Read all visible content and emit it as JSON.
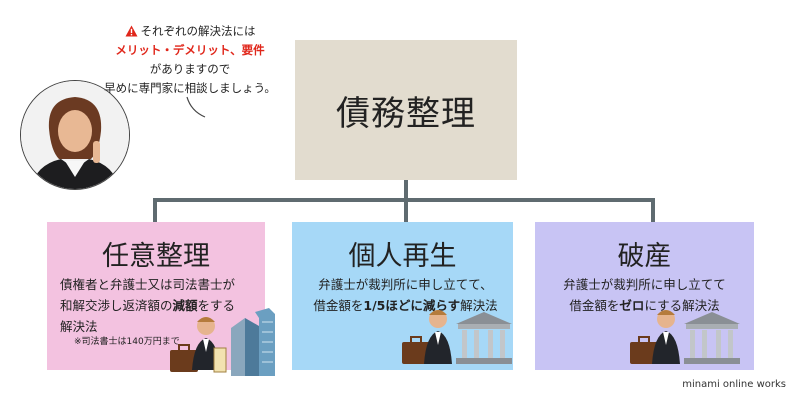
{
  "speech": {
    "line1": "それぞれの解決法には",
    "line2": "メリット・デメリット、要件",
    "line3": "がありますので",
    "line4": "早めに専門家に相談しましょう。"
  },
  "top": {
    "title": "債務整理"
  },
  "boxes": [
    {
      "title": "任意整理",
      "line1": "債権者と弁護士又は司法書士が",
      "line2_pre": "和解交渉し返済額の",
      "line2_bold": "減額",
      "line2_post": "をする",
      "line3": "解決法",
      "note": "※司法書士は140万円まで"
    },
    {
      "title": "個人再生",
      "line1": "弁護士が裁判所に申し立てて、",
      "line2_pre": "借金額を",
      "line2_bold": "1/5ほどに減らす",
      "line2_post": "解決法"
    },
    {
      "title": "破産",
      "line1": "弁護士が裁判所に申し立てて",
      "line2_pre": "借金額を",
      "line2_bold": "ゼロ",
      "line2_post": "にする解決法"
    }
  ],
  "credit": "minami online works",
  "colors": {
    "top_box": "#e2dccf",
    "box1": "#f3c2e0",
    "box2": "#a6d8f7",
    "box3": "#c8c4f4",
    "connector": "#5f6b70",
    "highlight_red": "#e0261a"
  },
  "icons": [
    "warning-icon",
    "advisor-avatar",
    "lawyer-icon",
    "briefcase-icon",
    "scroll-icon",
    "skyscraper-icon",
    "courthouse-icon"
  ]
}
